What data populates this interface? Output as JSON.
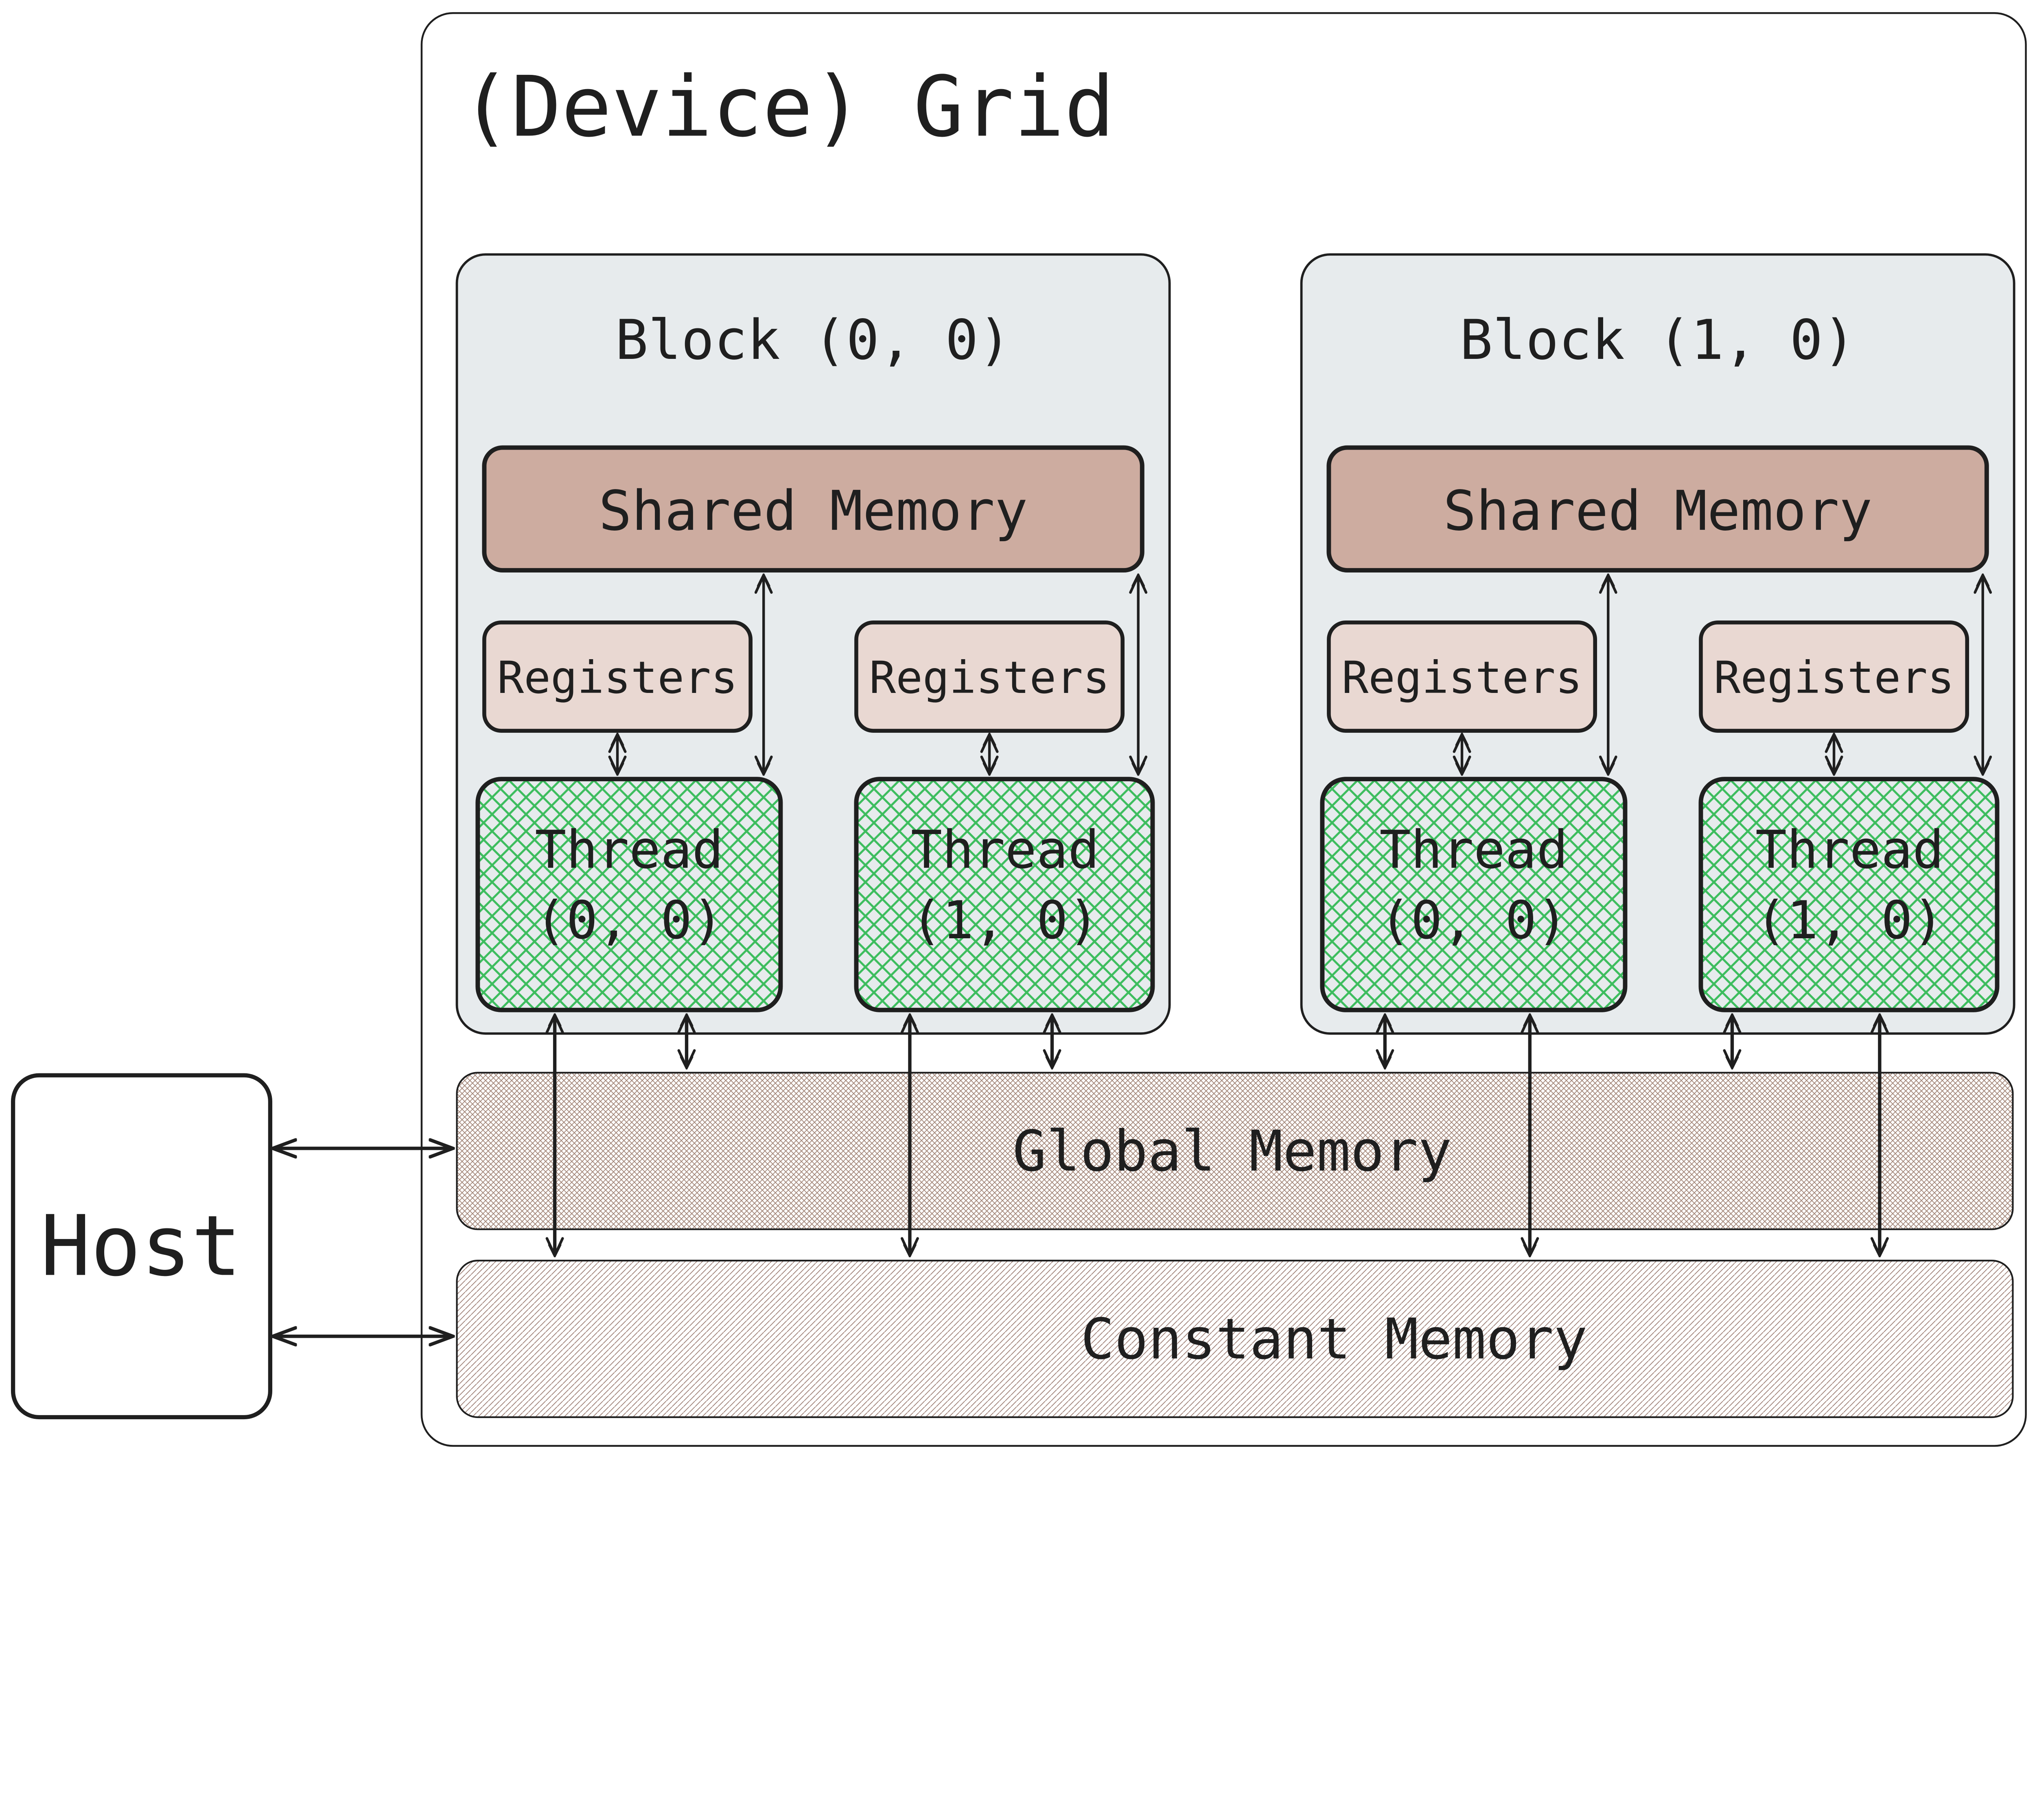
{
  "title": "(Device) Grid",
  "host": {
    "label": "Host"
  },
  "global_memory": {
    "label": "Global Memory"
  },
  "constant_memory": {
    "label": "Constant Memory"
  },
  "blocks": [
    {
      "title": "Block (0, 0)",
      "shared_memory": "Shared Memory",
      "registers": [
        "Registers",
        "Registers"
      ],
      "threads": [
        {
          "name": "Thread",
          "index": "(0, 0)"
        },
        {
          "name": "Thread",
          "index": "(1, 0)"
        }
      ]
    },
    {
      "title": "Block (1, 0)",
      "shared_memory": "Shared Memory",
      "registers": [
        "Registers",
        "Registers"
      ],
      "threads": [
        {
          "name": "Thread",
          "index": "(0, 0)"
        },
        {
          "name": "Thread",
          "index": "(1, 0)"
        }
      ]
    }
  ],
  "colors": {
    "background": "#ffffff",
    "outline": "#1f1f1f",
    "block_fill": "#e7ebed",
    "shared_memory_fill": "#cdaca0",
    "registers_fill": "#e9d8d2",
    "thread_hatch": "#3dbd5e",
    "global_memory_hatch": "#a08274",
    "constant_memory_hatch": "#99796f"
  }
}
